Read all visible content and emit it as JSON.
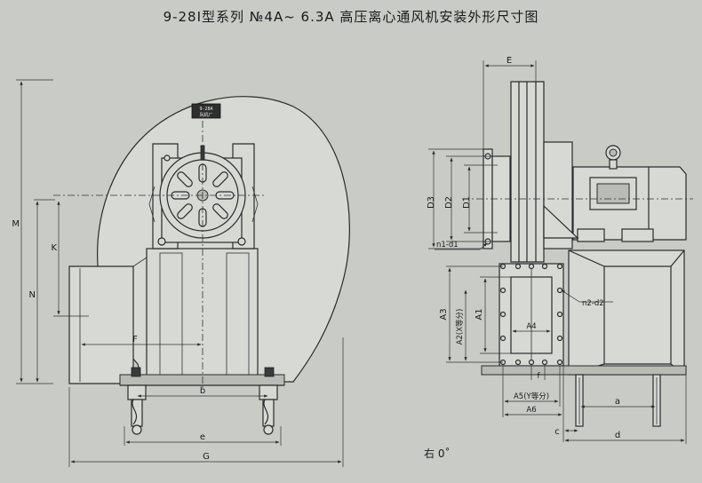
{
  "title": "9-28Ⅰ型系列 №4A~ 6.3A 高压离心通风机安装外形尺寸图",
  "nameplate": {
    "line1": "9-28A",
    "line2": "风机厂"
  },
  "front_view_labels": {
    "M": "M",
    "K": "K",
    "N": "N",
    "F": "F",
    "b": "b",
    "e": "e",
    "G": "G"
  },
  "side_view_labels": {
    "E": "E",
    "D3": "D3",
    "D2": "D2",
    "D1": "D1",
    "n1_d1": "n1-d1",
    "n2_d2": "n2-d2",
    "A3": "A3",
    "A2": "A2(X等分)",
    "A1": "A1",
    "A4": "A4",
    "f": "f",
    "A5": "A5(Y等分)",
    "A6": "A6",
    "a": "a",
    "c": "c",
    "d": "d"
  },
  "rotation_note": "右 0˚"
}
